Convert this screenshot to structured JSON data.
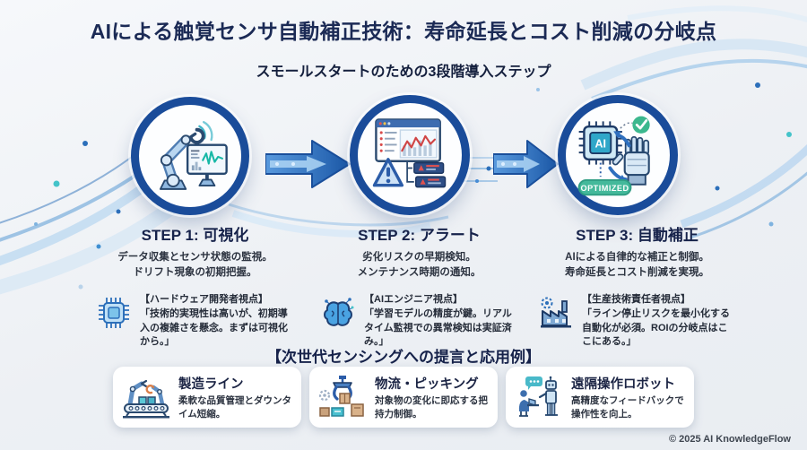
{
  "header": {
    "title": "AIによる触覚センサ自動補正技術：寿命延長とコスト削減の分岐点",
    "subtitle": "スモールスタートのための3段階導入ステップ"
  },
  "steps": [
    {
      "title": "STEP 1: 可視化",
      "desc1": "データ収集とセンサ状態の監視。",
      "desc2": "ドリフト現象の初期把握。",
      "quote_title": "【ハードウェア開発者視点】",
      "quote_body": "「技術的実現性は高いが、初期導入の複雑さを懸念。まずは可視化から。」",
      "icon": "chip-icon"
    },
    {
      "title": "STEP 2: アラート",
      "desc1": "劣化リスクの早期検知。",
      "desc2": "メンテナンス時期の通知。",
      "quote_title": "【AIエンジニア視点】",
      "quote_body": "「学習モデルの精度が鍵。リアルタイム監視での異常検知は実証済み。」",
      "icon": "brain-icon"
    },
    {
      "title": "STEP 3: 自動補正",
      "desc1": "AIによる自律的な補正と制御。",
      "desc2": "寿命延長とコスト削減を実現。",
      "quote_title": "【生産技術責任者視点】",
      "quote_body": "「ライン停止リスクを最小化する自動化が必須。ROIの分岐点はここにある。」",
      "icon": "factory-icon"
    }
  ],
  "illustrations": {
    "step1": "robot-arm-with-monitor",
    "step2": "dashboard-with-alerts",
    "step3": "ai-chip-and-robotic-hand",
    "chip_label": "AI",
    "optimized_badge": "OPTIMIZED"
  },
  "applications": {
    "heading": "【次世代センシングへの提言と応用例】",
    "cards": [
      {
        "title": "製造ライン",
        "desc": "柔軟な品質管理とダウンタイム短縮。",
        "icon": "factory-line-icon"
      },
      {
        "title": "物流・ピッキング",
        "desc": "対象物の変化に即応する把持力制御。",
        "icon": "gripper-boxes-icon"
      },
      {
        "title": "遠隔操作ロボット",
        "desc": "高精度なフィードバックで操作性を向上。",
        "icon": "teleop-robot-icon"
      }
    ]
  },
  "footer": {
    "copyright": "© 2025 AI KnowledgeFlow"
  },
  "colors": {
    "title_navy": "#1b2a55",
    "circle_ring_blue": "#1a4c9a",
    "arrow_blue": "#2e6fbe",
    "teal_accent": "#35b8c9",
    "badge_green": "#3cb88e",
    "alert_red": "#d84a4a",
    "background": "#edf0f4",
    "card_white": "#ffffff"
  }
}
